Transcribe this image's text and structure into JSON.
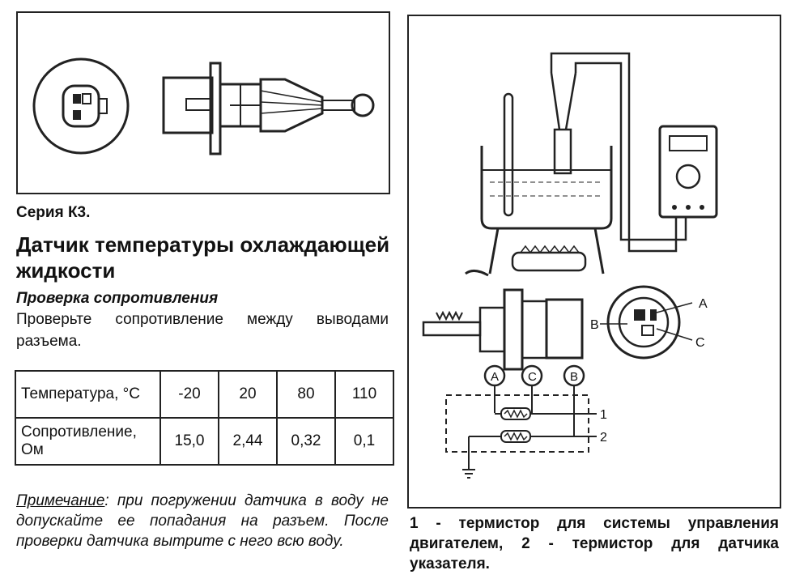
{
  "series_label": "Серия К3.",
  "title": "Датчик температуры охлаждающей жидкости",
  "subtitle": "Проверка сопротивления",
  "instruction": "Проверьте сопротивление между выводами разъема.",
  "table": {
    "row1_header": "Температура, °С",
    "row2_header": "Сопротивление, Ом",
    "temperatures": [
      "-20",
      "20",
      "80",
      "110"
    ],
    "resistances": [
      "15,0",
      "2,44",
      "0,32",
      "0,1"
    ]
  },
  "note": {
    "label": "Примечание",
    "text": ": при погружении датчика в воду не допускайте ее попадания на разъем. После проверки датчика вытрите с него всю воду."
  },
  "caption": "1 - термистор для системы управления двигателем, 2 - термистор для датчика указателя.",
  "diagram": {
    "terminal_a": "A",
    "terminal_b": "B",
    "terminal_c": "C",
    "line_1": "1",
    "line_2": "2"
  }
}
